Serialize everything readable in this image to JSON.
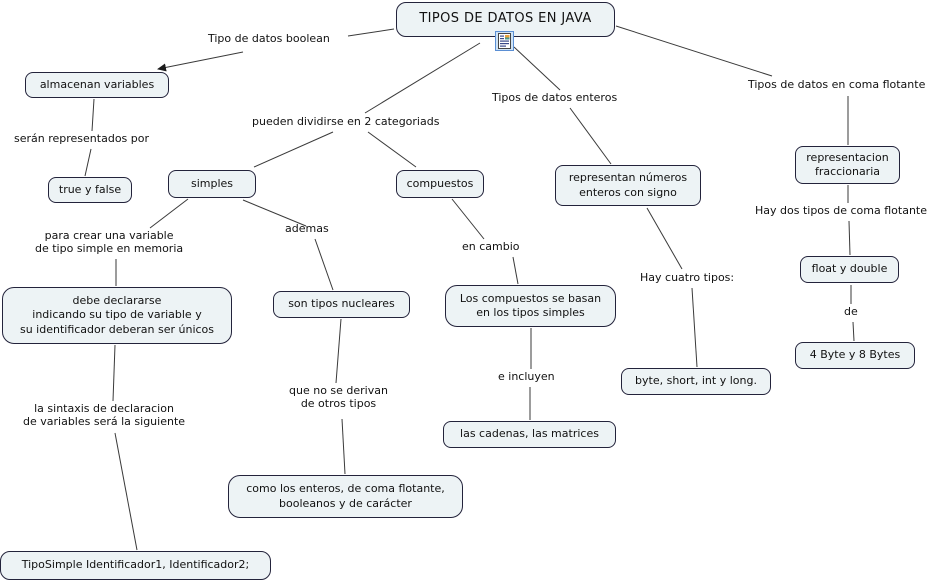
{
  "map": {
    "title": "TIPOS DE DATOS EN JAVA",
    "concepts": {
      "almacenan": "almacenan variables",
      "true_false": "true y false",
      "simples": "simples",
      "compuestos": "compuestos",
      "representan": "representan números\nenteros con signo",
      "repr_fraccionaria": "representacion\nfraccionaria",
      "float_double": "float y double",
      "bytes": "4 Byte y 8 Bytes",
      "byte_short": "byte, short, int y long.",
      "debe_declararse": "debe declararse\nindicando su tipo de variable y\nsu identificador deberan ser únicos",
      "son_tipos": "son tipos nucleares",
      "los_compuestos": "Los compuestos se basan\nen los tipos simples",
      "las_cadenas": "las cadenas, las matrices",
      "como_los": "como los enteros, de coma flotante,\nbooleanos y de carácter",
      "tiposimple": "TipoSimple Identificador1, Identificador2;"
    },
    "links": {
      "boolean": "Tipo de datos boolean",
      "seran": "serán representados por",
      "dividirse": "pueden dividirse en 2 categoriads",
      "enteros": "Tipos de datos enteros",
      "coma_flotante": "Tipos de datos en coma flotante",
      "hay_dos": "Hay dos tipos de coma flotante",
      "de": "de",
      "hay_cuatro": "Hay cuatro tipos:",
      "para_crear": "para crear una variable\nde tipo simple en memoria",
      "ademas": "ademas",
      "en_cambio": "en cambio",
      "que_no": "que no se derivan\nde otros tipos",
      "e_incluyen": "e incluyen",
      "la_sintaxis": "la sintaxis de declaracion\nde variables será la siguiente"
    },
    "icon": "document-resource-icon",
    "colors": {
      "node_fill": "#edf3f5",
      "node_border": "#23233b",
      "line": "#3a3a3a",
      "text": "#111111"
    }
  }
}
